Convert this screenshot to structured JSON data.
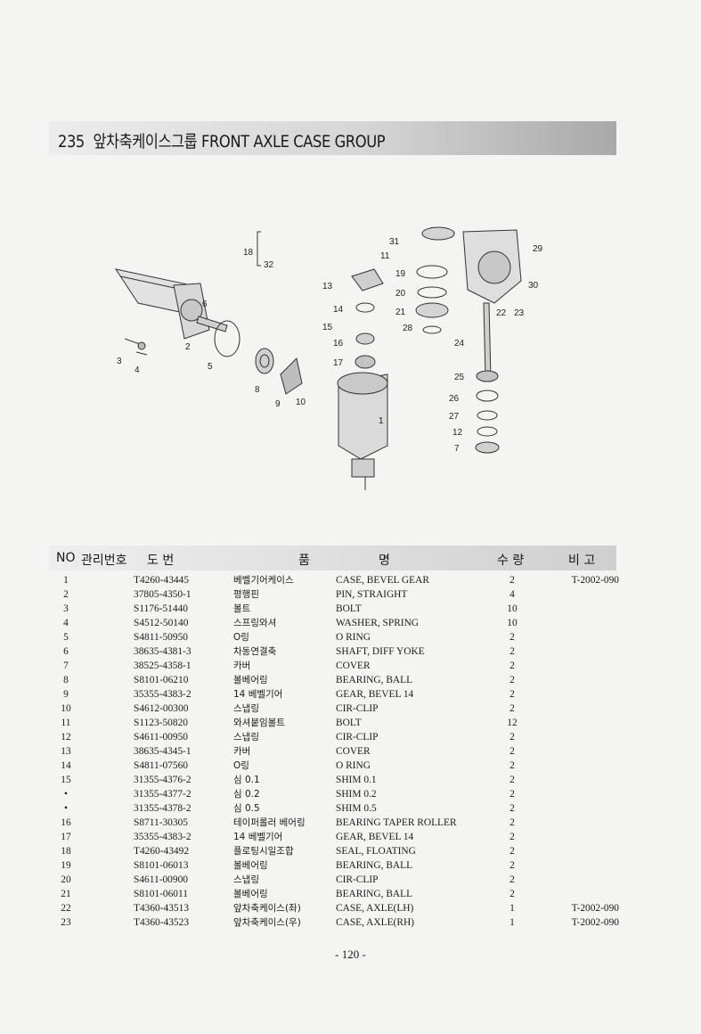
{
  "title": {
    "number": "235",
    "text": "앞차축케이스그룹 FRONT AXLE CASE GROUP"
  },
  "diagram_callouts": [
    "1",
    "2",
    "3",
    "4",
    "5",
    "6",
    "8",
    "9",
    "10",
    "11",
    "12",
    "7",
    "13",
    "14",
    "15",
    "16",
    "17",
    "18",
    "19",
    "20",
    "21",
    "22",
    "23",
    "24",
    "25",
    "26",
    "27",
    "28",
    "29",
    "30",
    "31",
    "32"
  ],
  "table_header": {
    "no": "NO",
    "mgmt": "관리번호",
    "drawing": "도 번",
    "name_left": "품",
    "name_right": "명",
    "qty": "수 량",
    "remarks": "비 고"
  },
  "rows": [
    {
      "no": "1",
      "part": "T4260-43445",
      "ko": "베벨기어케이스",
      "en": "CASE, BEVEL GEAR",
      "qty": "2",
      "remarks": "T-2002-090"
    },
    {
      "no": "2",
      "part": "37805-4350-1",
      "ko": "평행핀",
      "en": "PIN, STRAIGHT",
      "qty": "4",
      "remarks": ""
    },
    {
      "no": "3",
      "part": "S1176-51440",
      "ko": "볼트",
      "en": "BOLT",
      "qty": "10",
      "remarks": ""
    },
    {
      "no": "4",
      "part": "S4512-50140",
      "ko": "스프링와셔",
      "en": "WASHER, SPRING",
      "qty": "10",
      "remarks": ""
    },
    {
      "no": "5",
      "part": "S4811-50950",
      "ko": "O링",
      "en": "O RING",
      "qty": "2",
      "remarks": ""
    },
    {
      "no": "6",
      "part": "38635-4381-3",
      "ko": "차동연결축",
      "en": "SHAFT, DIFF YOKE",
      "qty": "2",
      "remarks": ""
    },
    {
      "no": "7",
      "part": "38525-4358-1",
      "ko": "카버",
      "en": "COVER",
      "qty": "2",
      "remarks": ""
    },
    {
      "no": "8",
      "part": "S8101-06210",
      "ko": "볼베어링",
      "en": "BEARING, BALL",
      "qty": "2",
      "remarks": ""
    },
    {
      "no": "9",
      "part": "35355-4383-2",
      "ko": "14 베벨기어",
      "en": "GEAR, BEVEL 14",
      "qty": "2",
      "remarks": ""
    },
    {
      "no": "10",
      "part": "S4612-00300",
      "ko": "스냅링",
      "en": "CIR-CLIP",
      "qty": "2",
      "remarks": ""
    },
    {
      "no": "11",
      "part": "S1123-50820",
      "ko": "와셔붙임볼트",
      "en": "BOLT",
      "qty": "12",
      "remarks": ""
    },
    {
      "no": "12",
      "part": "S4611-00950",
      "ko": "스냅링",
      "en": "CIR-CLIP",
      "qty": "2",
      "remarks": ""
    },
    {
      "no": "13",
      "part": "38635-4345-1",
      "ko": "카버",
      "en": "COVER",
      "qty": "2",
      "remarks": ""
    },
    {
      "no": "14",
      "part": "S4811-07560",
      "ko": "O링",
      "en": "O RING",
      "qty": "2",
      "remarks": ""
    },
    {
      "no": "15",
      "part": "31355-4376-2",
      "ko": "심 0.1",
      "en": "SHIM 0.1",
      "qty": "2",
      "remarks": ""
    },
    {
      "no": "•",
      "part": "31355-4377-2",
      "ko": "심 0.2",
      "en": "SHIM 0.2",
      "qty": "2",
      "remarks": ""
    },
    {
      "no": "•",
      "part": "31355-4378-2",
      "ko": "심 0.5",
      "en": "SHIM 0.5",
      "qty": "2",
      "remarks": ""
    },
    {
      "no": "16",
      "part": "S8711-30305",
      "ko": "테이퍼롤러 베어링",
      "en": "BEARING TAPER ROLLER",
      "qty": "2",
      "remarks": ""
    },
    {
      "no": "17",
      "part": "35355-4383-2",
      "ko": "14 베벨기어",
      "en": "GEAR, BEVEL 14",
      "qty": "2",
      "remarks": ""
    },
    {
      "no": "18",
      "part": "T4260-43492",
      "ko": "플로팅시일조합",
      "en": "SEAL, FLOATING",
      "qty": "2",
      "remarks": ""
    },
    {
      "no": "19",
      "part": "S8101-06013",
      "ko": "볼베어링",
      "en": "BEARING, BALL",
      "qty": "2",
      "remarks": ""
    },
    {
      "no": "20",
      "part": "S4611-00900",
      "ko": "스냅링",
      "en": "CIR-CLIP",
      "qty": "2",
      "remarks": ""
    },
    {
      "no": "21",
      "part": "S8101-06011",
      "ko": "볼베어링",
      "en": "BEARING, BALL",
      "qty": "2",
      "remarks": ""
    },
    {
      "no": "22",
      "part": "T4360-43513",
      "ko": "앞차축케이스(좌)",
      "en": "CASE, AXLE(LH)",
      "qty": "1",
      "remarks": "T-2002-090"
    },
    {
      "no": "23",
      "part": "T4360-43523",
      "ko": "앞차축케이스(우)",
      "en": "CASE, AXLE(RH)",
      "qty": "1",
      "remarks": "T-2002-090"
    }
  ],
  "page_number": "- 120 -"
}
